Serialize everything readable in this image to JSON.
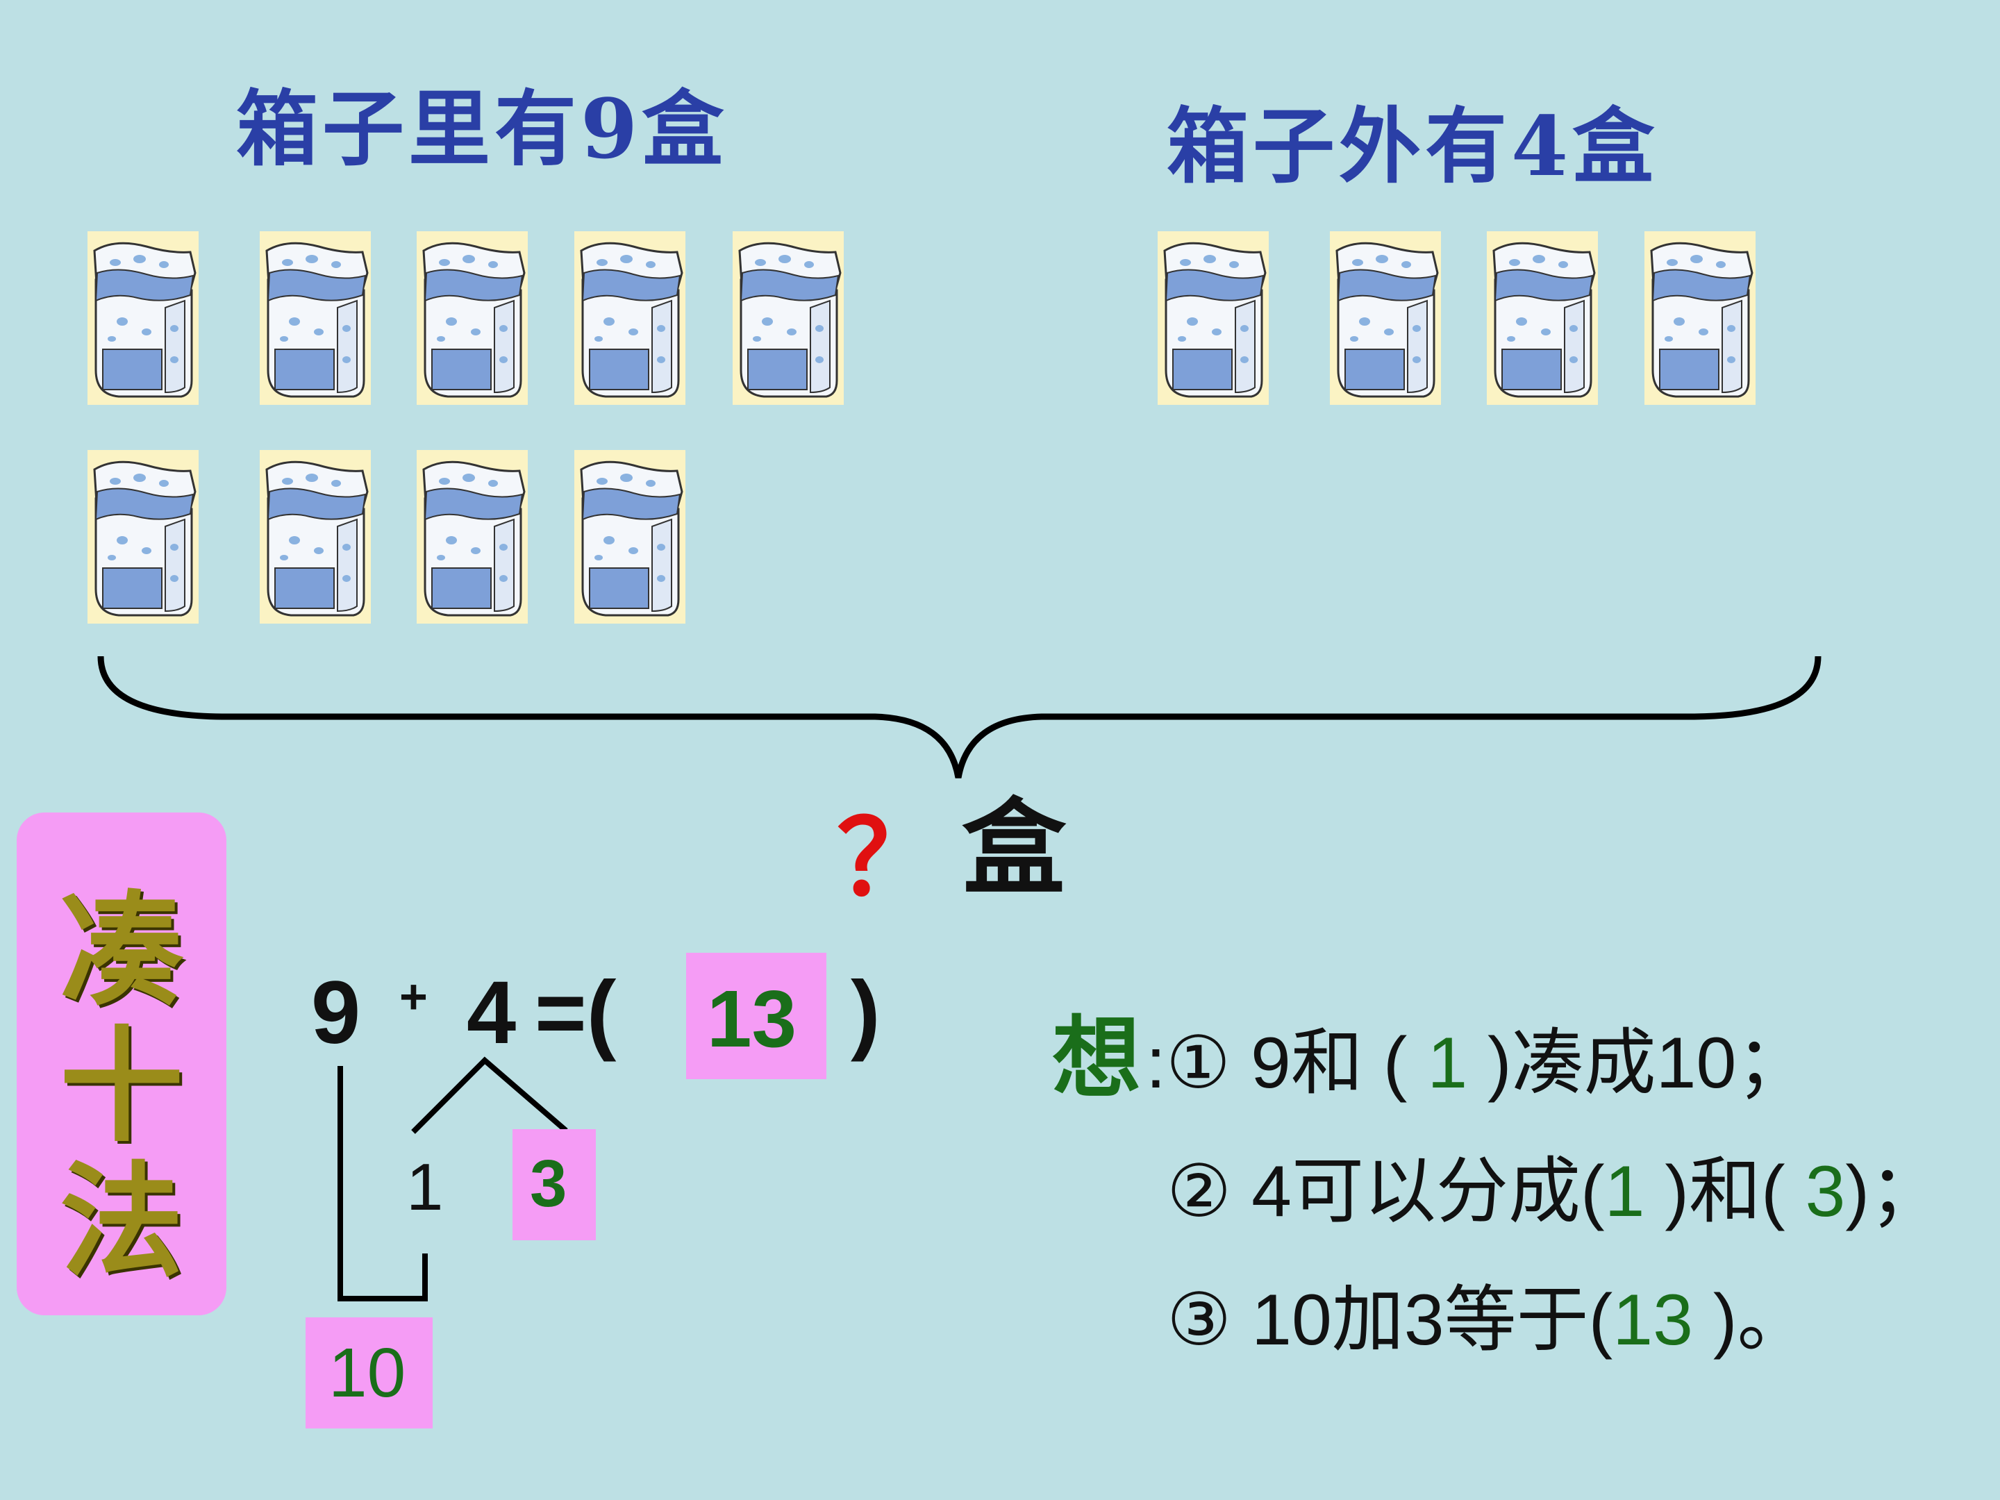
{
  "heading_inside": "箱子里有9盒",
  "heading_outside": "箱子外有4盒",
  "inside_count": 9,
  "outside_count": 4,
  "question_mark": "？",
  "question_unit": "盒",
  "method_chars": [
    "凑",
    "十",
    "法"
  ],
  "equation": {
    "a": "9",
    "op": "+",
    "b": "4",
    "eq": "=(",
    "answer": "13",
    "close": ")",
    "split_one": "1",
    "split_three": "3",
    "ten": "10"
  },
  "think": {
    "label": "想",
    "colon": ":",
    "line1": {
      "pre": "① 9和 ( ",
      "val": "1",
      "post": "  )凑成10；"
    },
    "line2": {
      "pre": "② 4可以分成(",
      "val1": "1",
      "mid": " )和( ",
      "val2": "3",
      "post": ")；"
    },
    "line3": {
      "pre": "③ 10加3等于(",
      "val": "13",
      "post": "  )。"
    }
  },
  "colors": {
    "background": "#bde0e4",
    "heading": "#2a3fa6",
    "highlight": "#f59cf5",
    "answer_green": "#1a6e1a",
    "question_red": "#e01010"
  },
  "icons": [
    "milk-box-icon"
  ]
}
